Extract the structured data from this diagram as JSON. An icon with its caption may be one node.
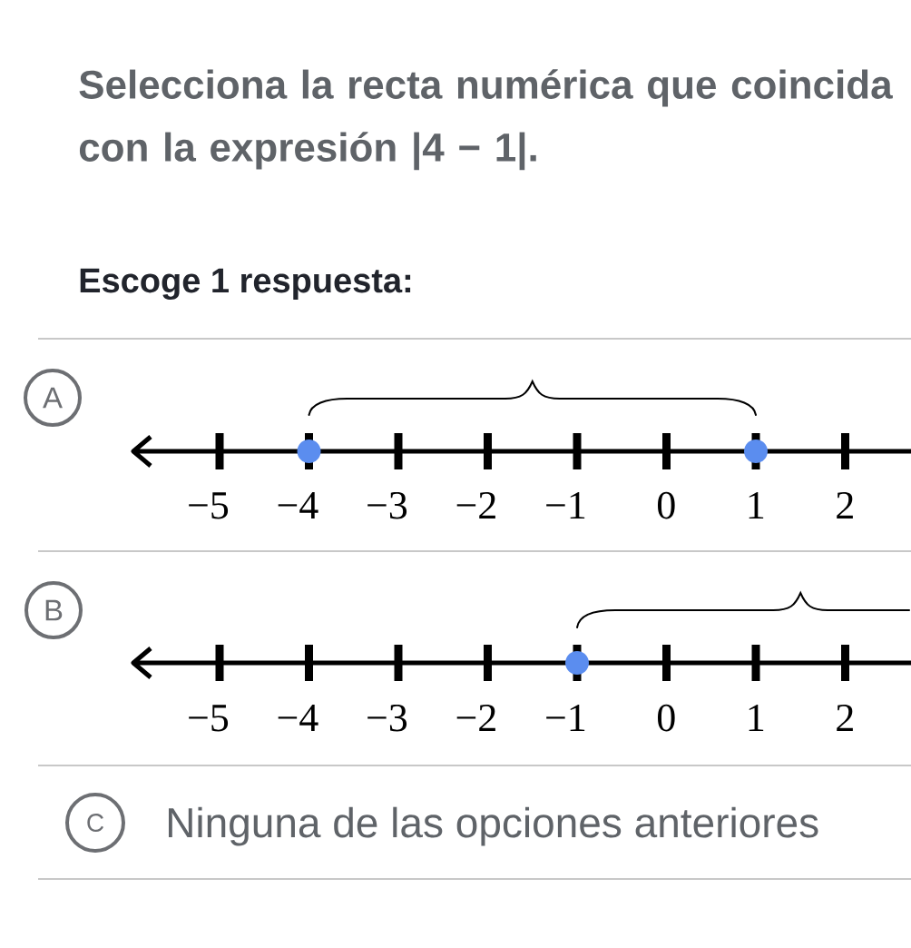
{
  "diagram": {
    "title": "Selecciona la recta numérica que coincida con la expresión |4 − 1|.",
    "nodes": [
      {
        "text": [
          "A"
        ]
      },
      {
        "text": [
          "B"
        ]
      },
      {
        "text": [
          "C"
        ],
        "beside": [
          "Ninguna de las opciones anteriores"
        ]
      }
    ],
    "labels": [
      "Escoge 1 respuesta:",
      "−5",
      "−4",
      "−3",
      "−2",
      "−1",
      "0",
      "1",
      "2",
      "−5",
      "−4",
      "−3",
      "−2",
      "−1",
      "0",
      "1",
      "2"
    ]
  }
}
